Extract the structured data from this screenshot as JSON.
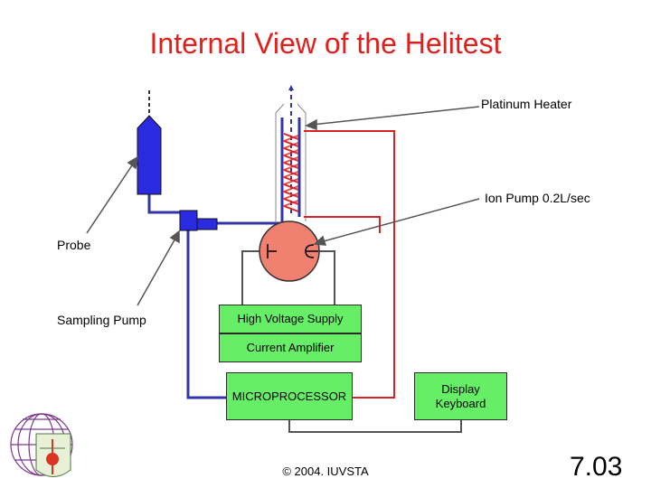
{
  "title": "Internal View of the Helitest",
  "labels": {
    "platinum_heater": "Platinum Heater",
    "ion_pump": "Ion Pump 0.2L/sec",
    "probe": "Probe",
    "sampling_pump": "Sampling Pump"
  },
  "boxes": {
    "high_voltage": "High Voltage Supply",
    "current_amplifier": "Current Amplifier",
    "microprocessor": "MICROPROCESSOR",
    "display_keyboard_line1": "Display",
    "display_keyboard_line2": "Keyboard"
  },
  "footer": "© 2004. IUVSTA",
  "page_number": "7.03",
  "colors": {
    "title": "#e0201c",
    "box_fill": "#66ee66",
    "blue_line": "#3333aa",
    "red_line": "#dd2222",
    "ion_pump_fill": "#f08070",
    "probe_fill": "#2a2ae0"
  }
}
